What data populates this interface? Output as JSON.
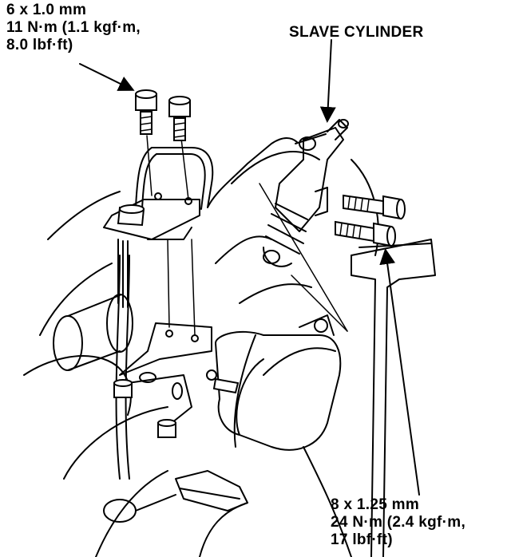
{
  "labels": {
    "top_bolt": {
      "line1": "6 x 1.0 mm",
      "line2": "11 N·m (1.1 kgf·m,",
      "line3": "8.0 lbf·ft)"
    },
    "slave_cylinder": "SLAVE CYLINDER",
    "side_bolt": {
      "line1": "8 x 1.25 mm",
      "line2": "24 N·m (2.4 kgf·m,",
      "line3": "17 lbf·ft)"
    }
  },
  "colors": {
    "ink": "#000000",
    "paper": "#ffffff"
  }
}
